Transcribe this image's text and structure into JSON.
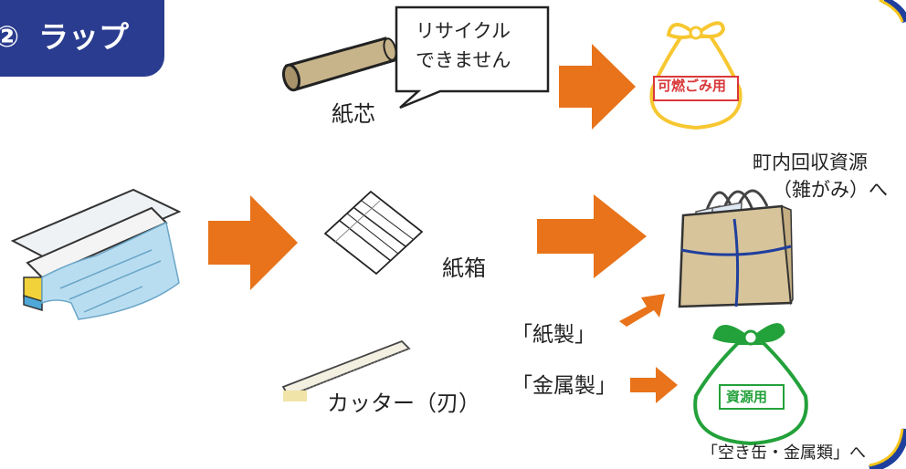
{
  "title": {
    "number": "②",
    "text": "ラップ"
  },
  "speech_bubble": {
    "line1": "リサイクル",
    "line2": "できません"
  },
  "items": {
    "paper_core": "紙芯",
    "paper_box": "紙箱",
    "cutter": "カッター（刃）",
    "paper_made": "「紙製」",
    "metal_made": "「金属製」"
  },
  "destinations": {
    "burnable": {
      "bag_label": "可燃ごみ用"
    },
    "community": {
      "line1": "町内回収資源",
      "line2": "（雑がみ）へ"
    },
    "resources": {
      "bag_label": "資源用",
      "caption": "「空き缶・金属類」へ"
    }
  },
  "colors": {
    "title_bg": "#2a3c8f",
    "arrow": "#e8731a",
    "burnable_bag": "#f7c731",
    "burnable_label": "#d9383a",
    "resource_bag": "#23a13a",
    "border_blue": "#1f3f9e",
    "border_yellow": "#f5c518"
  }
}
